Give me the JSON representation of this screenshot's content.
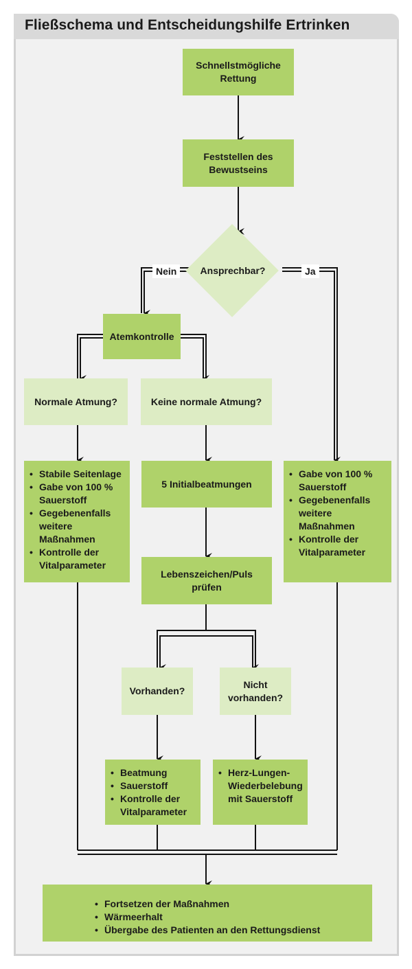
{
  "title": "Fließschema und Entscheidungshilfe Ertrinken",
  "nodes": {
    "rettung": "Schnellstmögliche Rettung",
    "bewusstsein": "Feststellen des Bewustseins",
    "ansprechbar": "Ansprechbar?",
    "atemkontrolle": "Atemkontrolle",
    "normale_atmung": "Normale Atmung?",
    "keine_normale_atmung": "Keine normale Atmung?",
    "initialbeatmungen": "5 Initialbeatmungen",
    "lebenszeichen": "Lebenszeichen/Puls prüfen",
    "vorhanden": "Vorhanden?",
    "nicht_vorhanden": "Nicht vorhanden?"
  },
  "edge_labels": {
    "nein": "Nein",
    "ja": "Ja"
  },
  "lists": {
    "normale_atmung_massnahmen": [
      "Stabile Seitenlage",
      "Gabe von 100 % Sauerstoff",
      "Gegebenenfalls weitere Maßnahmen",
      "Kontrolle der Vitalparameter"
    ],
    "ansprechbar_massnahmen": [
      "Gabe von 100 % Sauerstoff",
      "Gegebenenfalls weitere Maßnahmen",
      "Kontrolle der Vitalparameter"
    ],
    "vorhanden_massnahmen": [
      "Beatmung",
      "Sauerstoff",
      "Kontrolle der Vitalparameter"
    ],
    "nicht_vorhanden_massnahmen": [
      "Herz-Lungen-Wiederbelebung mit Sauerstoff"
    ],
    "abschluss": [
      "Fortsetzen der Maßnahmen",
      "Wärmeerhalt",
      "Übergabe des Patienten an den Rettungsdienst"
    ]
  },
  "colors": {
    "dark_green": "#afd26a",
    "light_green": "#ddecc4",
    "frame": "#d9d9d9",
    "background": "#f1f1f1"
  }
}
